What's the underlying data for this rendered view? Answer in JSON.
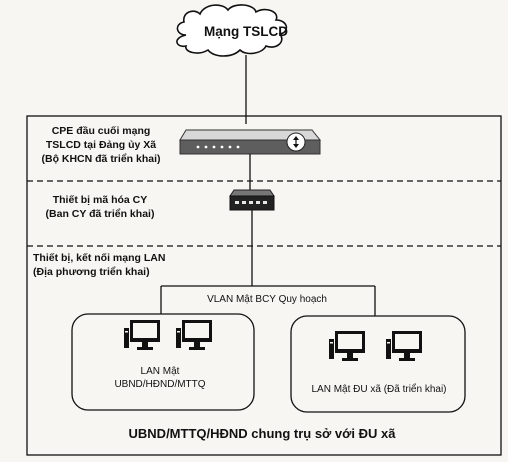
{
  "cloud": {
    "label": "Mạng TSLCD"
  },
  "cpe": {
    "line1": "CPE đầu cuối mạng",
    "line2": "TSLCD tại Đảng ủy Xã",
    "line3": "(Bộ KHCN đã triển khai)"
  },
  "encryptor": {
    "line1": "Thiết bị mã hóa CY",
    "line2": "(Ban CY đã triển khai)"
  },
  "lan_section": {
    "line1": "Thiết bị, kết nối mạng LAN",
    "line2": "(Địa phương triển khai)"
  },
  "vlan": {
    "label": "VLAN Mật BCY Quy hoạch"
  },
  "lan_left": {
    "line1": "LAN Mật",
    "line2": "UBND/HĐND/MTTQ"
  },
  "lan_right": {
    "label": "LAN Mật ĐU xã (Đã triển khai)"
  },
  "footer": {
    "label": "UBND/MTTQ/HĐND chung trụ sở với ĐU xã"
  },
  "icons": {
    "cloud": "cloud-icon",
    "router": "router-icon",
    "switch": "network-switch-icon",
    "computer": "desktop-computer-icon"
  }
}
